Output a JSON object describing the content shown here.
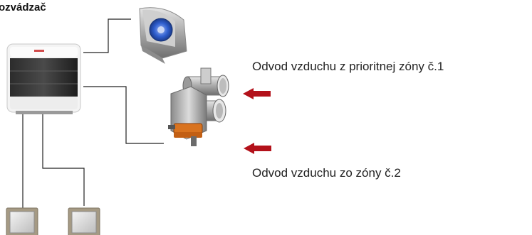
{
  "title": "ozvádzač",
  "labels": {
    "zone1": "Odvod vzduchu z prioritnej zóny č.1",
    "zone2": "Odvod vzduchu zo zóny č.2"
  },
  "icons": {
    "control_box": "control-box-icon",
    "fan": "centrifugal-fan-icon",
    "damper": "air-damper-icon",
    "arrow": "airflow-arrow-icon",
    "switch": "wall-switch-icon"
  },
  "colors": {
    "arrow": "#b3111a",
    "wire": "#222222",
    "fan_blue": "#2f5fcf",
    "damper_motor": "#d9731f"
  }
}
